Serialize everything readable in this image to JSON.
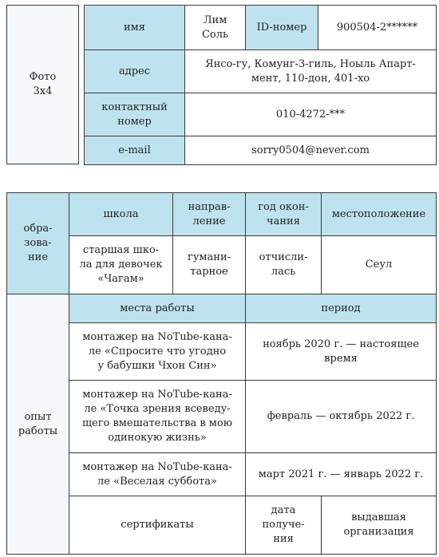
{
  "photo": {
    "label": "Фото\n3x4"
  },
  "personal": {
    "name_label": "имя",
    "name_value": "Лим\nСоль",
    "id_label": "ID-номер",
    "id_value": "900504-2******",
    "address_label": "адрес",
    "address_value": "Янсо-гу, Комунг-3-гиль, Ноыль Апарт-\nмент, 110-дон, 401-хо",
    "phone_label": "контактный\nномер",
    "phone_value": "010-4272-***",
    "email_label": "e-mail",
    "email_value": "sorry0504@never.com"
  },
  "education": {
    "section_label": "обра-\nзова-\nние",
    "col_school": "школа",
    "col_direction": "направ-\nление",
    "col_year": "год окон-\nчания",
    "col_location": "местоположение",
    "school": "старшая шко-\nла для девочек\n«Чагам»",
    "direction": "гумани-\nтарное",
    "year": "отчисли-\nлась",
    "location": "Сеул"
  },
  "work": {
    "section_label": "опыт\nработы",
    "col_place": "места работы",
    "col_period": "период",
    "jobs": [
      {
        "place": "монтажер на NoTube-кана-\nле «Спросите что угодно\nу бабушки Чхон Син»",
        "period": "ноябрь 2020 г. — настоящее\nвремя"
      },
      {
        "place": "монтажер на NoTube-кана-\nле «Точка зрения всеведу-\nщего вмешательства в мою\nодинокую жизнь»",
        "period": "февраль — октябрь 2022 г."
      },
      {
        "place": "монтажер на NoTube-кана-\nле «Веселая суббота»",
        "period": "март 2021 г. — январь 2022 г."
      }
    ],
    "col_certificates": "сертификаты",
    "col_date": "дата\nполуче-\nния",
    "col_org": "выдавшая\nорганизация"
  }
}
